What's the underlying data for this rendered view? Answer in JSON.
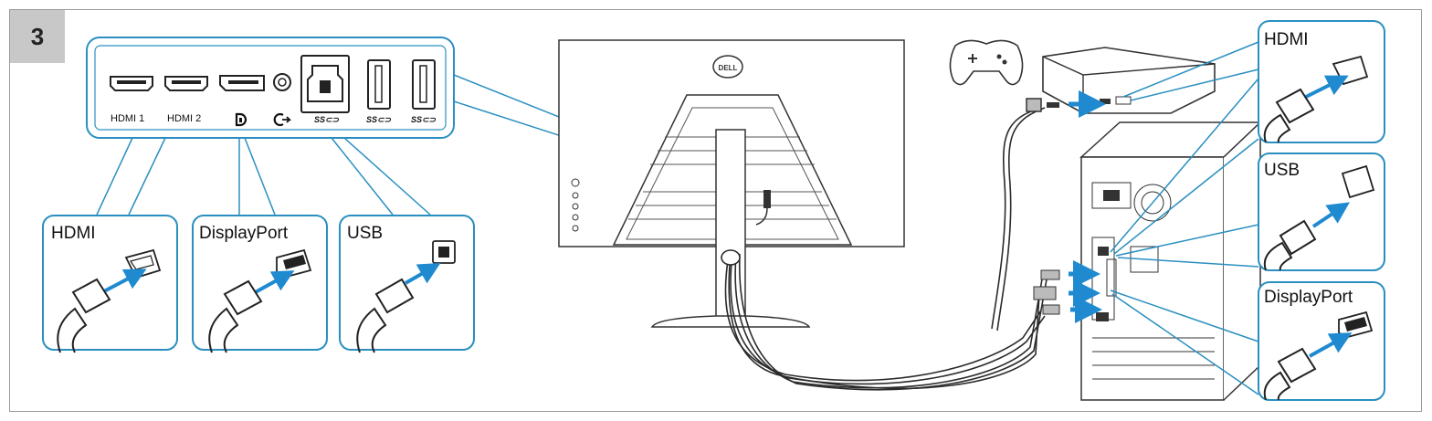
{
  "step_number": "3",
  "port_panel": {
    "ports": [
      {
        "label": "HDMI 1",
        "icon": "hdmi-port-icon"
      },
      {
        "label": "HDMI 2",
        "icon": "hdmi-port-icon"
      },
      {
        "label": "",
        "icon": "displayport-port-icon"
      },
      {
        "label": "",
        "icon": "audio-out-port-icon"
      },
      {
        "label": "",
        "icon": "usb-b-upstream-port-icon"
      },
      {
        "label": "",
        "icon": "usb-a-port-icon"
      },
      {
        "label": "",
        "icon": "usb-a-port-icon"
      }
    ],
    "symbols": [
      "displayport-symbol-icon",
      "headphone-symbol-icon",
      "superspeed-usb-symbol-icon"
    ]
  },
  "left_callouts": [
    {
      "title": "HDMI",
      "icon": "hdmi-cable-icon"
    },
    {
      "title": "DisplayPort",
      "icon": "displayport-cable-icon"
    },
    {
      "title": "USB",
      "icon": "usb-b-cable-icon"
    }
  ],
  "right_callouts": [
    {
      "title": "HDMI",
      "icon": "hdmi-cable-icon"
    },
    {
      "title": "USB",
      "icon": "usb-a-cable-icon"
    },
    {
      "title": "DisplayPort",
      "icon": "displayport-cable-icon"
    }
  ],
  "monitor": {
    "brand_logo": "DELL",
    "icon": "monitor-rear-icon"
  },
  "devices": [
    "game-console-icon",
    "gamepad-icon",
    "desktop-tower-icon"
  ],
  "colors": {
    "callout_border": "#2a8fc0",
    "arrow": "#1f8ad0",
    "line": "#2b2b2b",
    "step_bg": "#c8c8c8",
    "frame": "#9a9a9a"
  }
}
